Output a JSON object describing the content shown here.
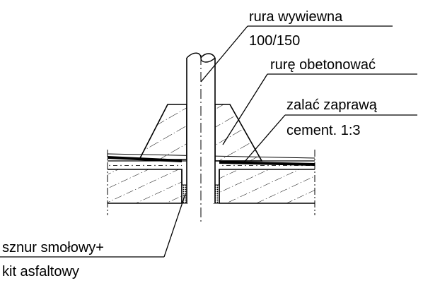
{
  "labels": {
    "pipe_name": "rura wywiewna",
    "pipe_size": "100/150",
    "concrete_note": "rurę obetonować",
    "mortar_note_line1": "zalać zaprawą",
    "mortar_note_line2": "cement. 1:3",
    "seal_note_line1": "sznur smołowy+",
    "seal_note_line2": "kit asfaltowy"
  },
  "colors": {
    "ink": "#000000",
    "background": "#ffffff"
  }
}
